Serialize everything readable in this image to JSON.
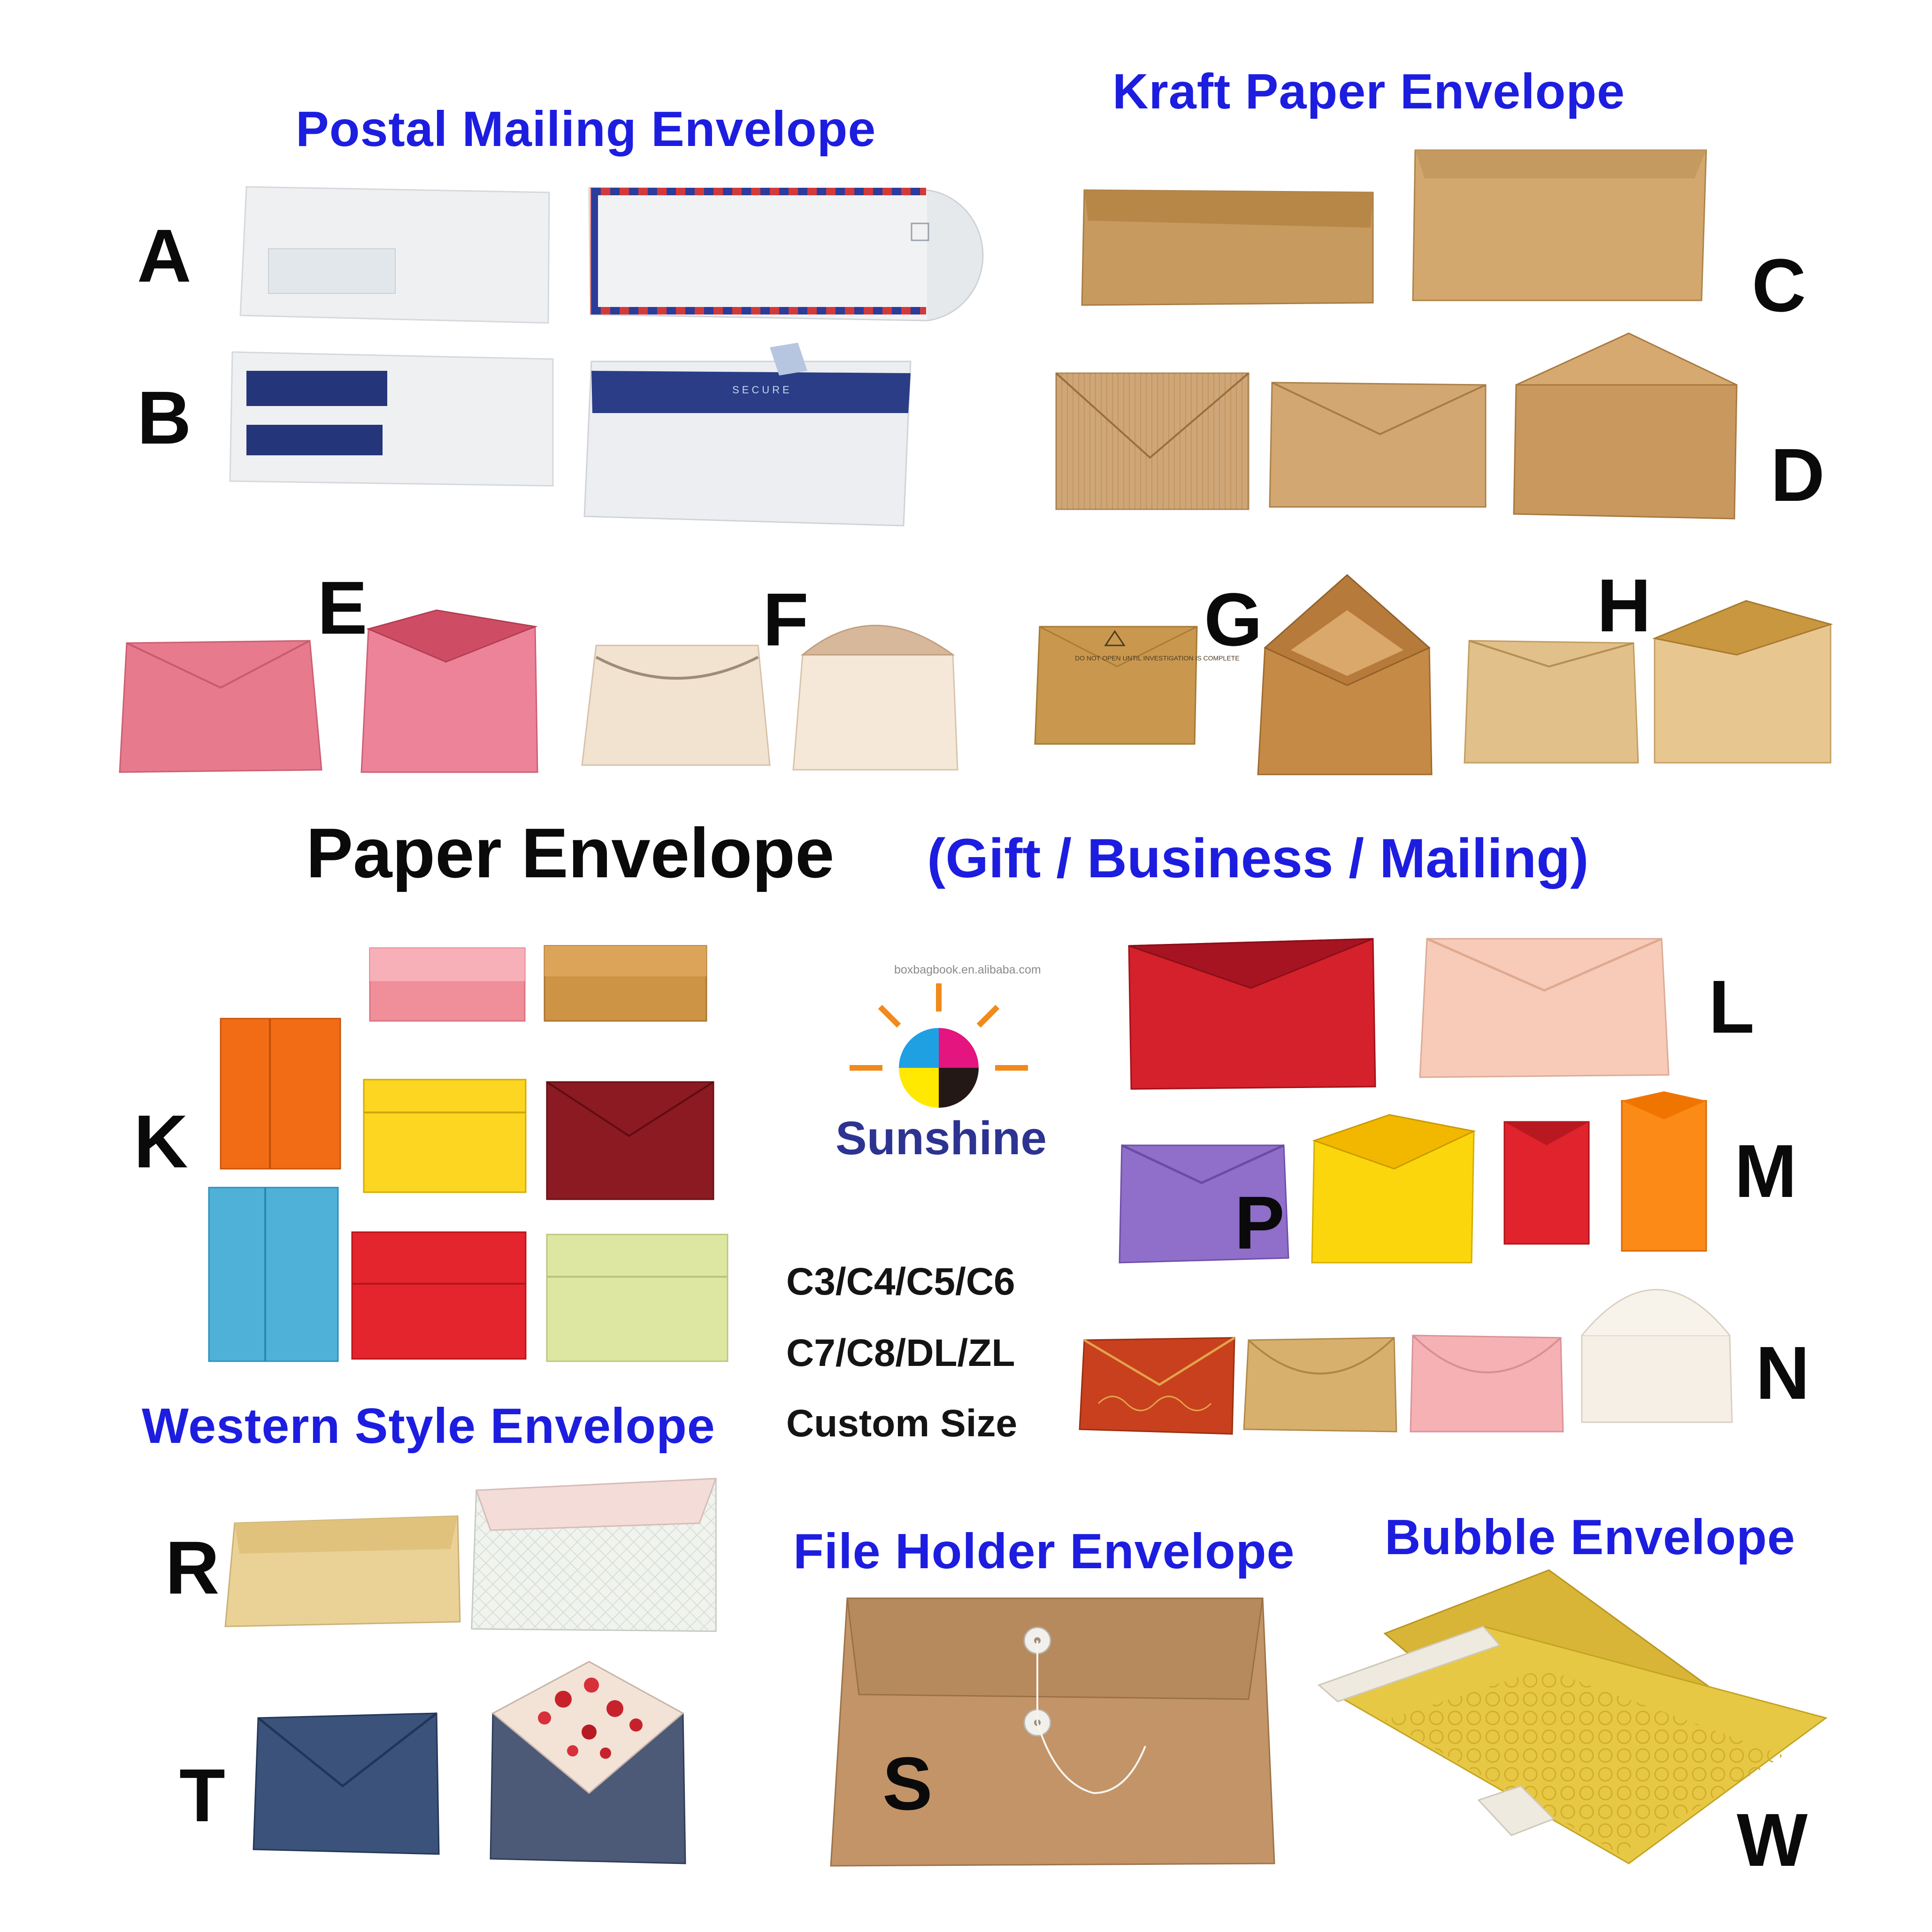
{
  "sections": {
    "postal": "Postal Mailing Envelope",
    "kraft": "Kraft Paper Envelope",
    "paper_title": "Paper Envelope",
    "paper_subtitle": "(Gift / Business / Mailing)",
    "western": "Western Style Envelope",
    "file_holder": "File Holder Envelope",
    "bubble": "Bubble Envelope"
  },
  "letters": {
    "A": "A",
    "B": "B",
    "C": "C",
    "D": "D",
    "E": "E",
    "F": "F",
    "G": "G",
    "H": "H",
    "K": "K",
    "L": "L",
    "M": "M",
    "N": "N",
    "P": "P",
    "R": "R",
    "S": "S",
    "T": "T",
    "W": "W"
  },
  "sizes": [
    "C3/C4/C5/C6",
    "C7/C8/DL/ZL",
    "Custom Size"
  ],
  "logo": {
    "brand": "Sunshine",
    "watermark": "boxbagbook.en.alibaba.com"
  },
  "warning_text": "DO NOT OPEN UNTIL INVESTIGATION IS COMPLETE",
  "secure_text": "SECURE",
  "colors": {
    "heading_blue": "#1d1de0",
    "kraft": "#c79a5f",
    "pink": "#e87a8e",
    "cream": "#f3e4d2",
    "red": "#d3202a",
    "navy": "#3a4d72",
    "bubble_yellow": "#e6c23c"
  }
}
